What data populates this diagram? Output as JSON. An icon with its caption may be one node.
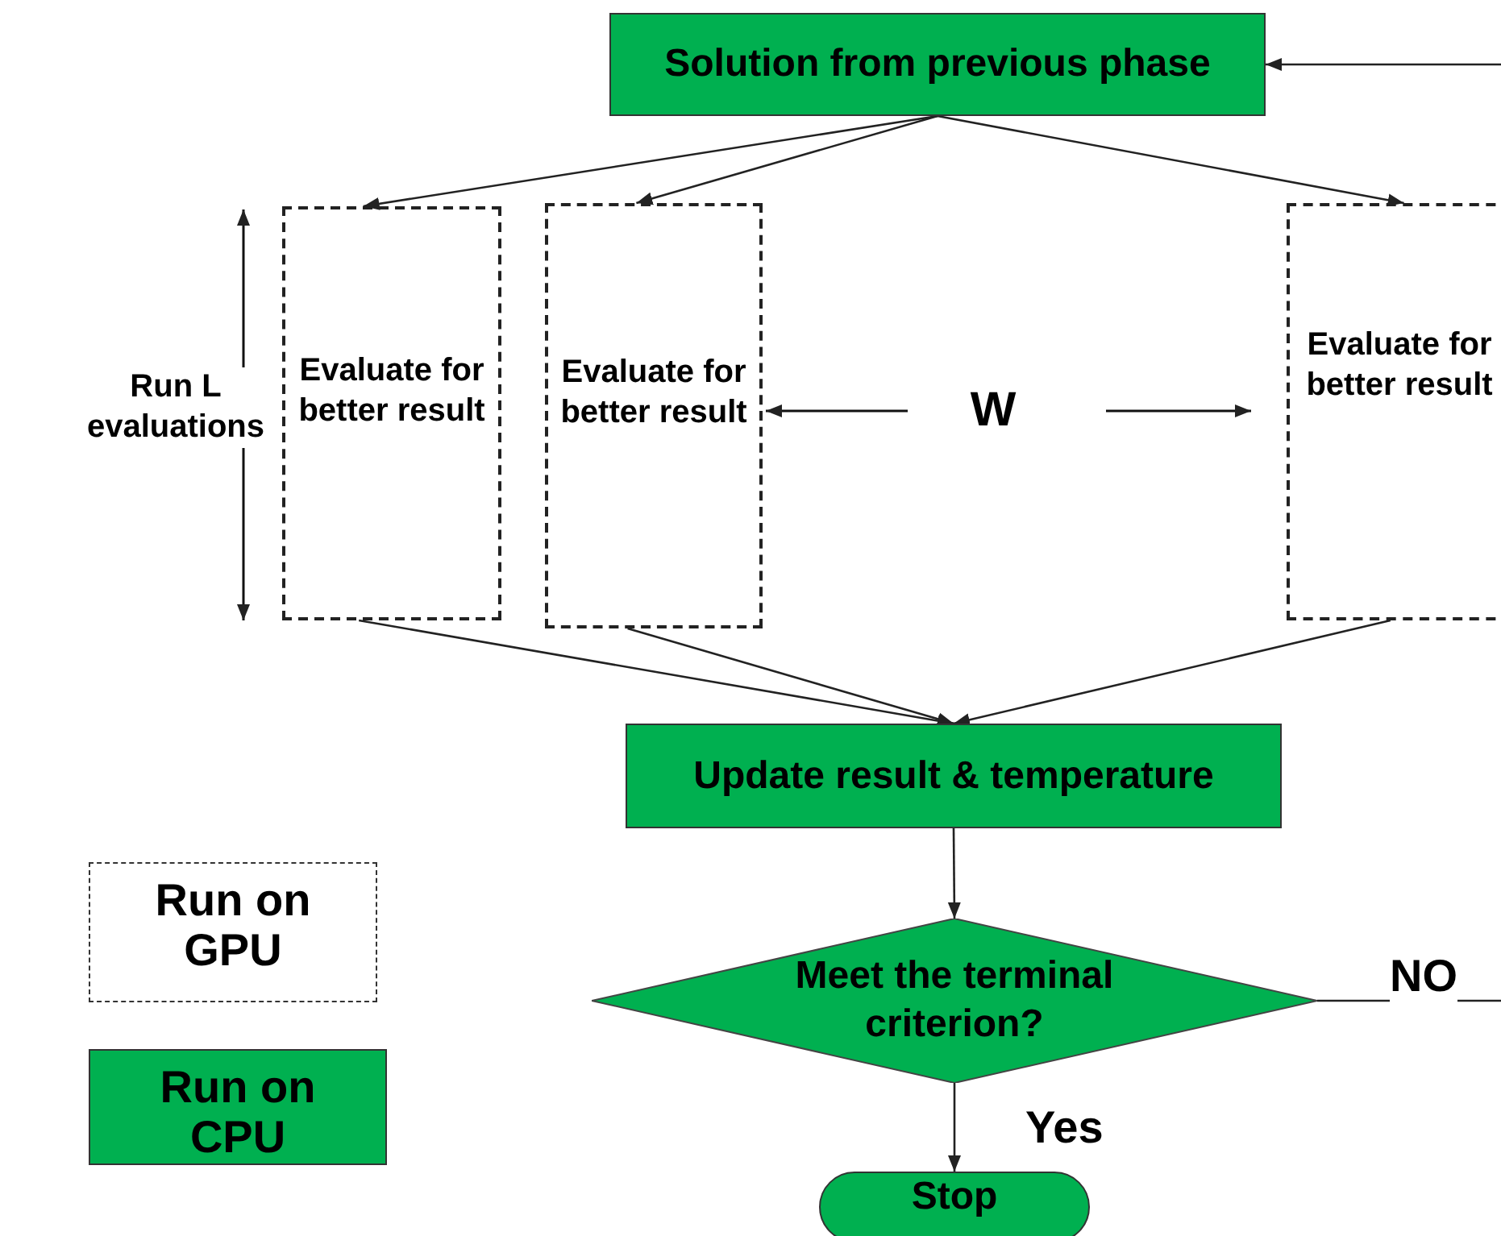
{
  "diagram": {
    "nodes": [
      {
        "text": [
          "Solution from previous phase"
        ]
      },
      {
        "text": [
          "Evaluate for better result"
        ]
      },
      {
        "text": [
          "Evaluate for better result"
        ]
      },
      {
        "text": [
          "Evaluate for better result"
        ]
      },
      {
        "text": [
          "Update result & temperature"
        ]
      },
      {
        "text": [
          "Meet the terminal criterion?"
        ]
      },
      {
        "text": [
          "Stop"
        ]
      }
    ],
    "edges": [
      {
        "from": 0,
        "to": 1,
        "arrow": "to"
      },
      {
        "from": 0,
        "to": 2,
        "arrow": "to"
      },
      {
        "from": 0,
        "to": 3,
        "arrow": "to"
      },
      {
        "from": 1,
        "to": 4,
        "arrow": "to"
      },
      {
        "from": 2,
        "to": 4,
        "arrow": "to"
      },
      {
        "from": 3,
        "to": 4,
        "arrow": "to"
      },
      {
        "from": 4,
        "to": 5,
        "arrow": "to"
      },
      {
        "from": 5,
        "to": 6,
        "arrow": "to",
        "label": "Yes"
      },
      {
        "from": 5,
        "to": null,
        "arrow": "none",
        "label": "NO"
      },
      {
        "from": null,
        "to": 0,
        "arrow": "to"
      }
    ],
    "labels": [
      "Run L evaluations",
      "W"
    ],
    "legend": [
      {
        "text": "Run on GPU"
      },
      {
        "text": "Run on CPU",
        "color": "#00b050"
      }
    ]
  }
}
